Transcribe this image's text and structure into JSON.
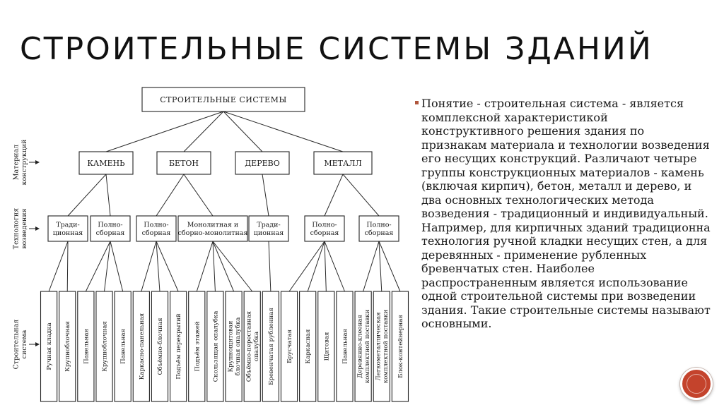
{
  "slide": {
    "title": "СТРОИТЕЛЬНЫЕ СИСТЕМЫ ЗДАНИЙ",
    "text": "Понятие - строительная система - является комплексной характеристикой конструктивного решения здания по признакам материала и технологии возведения его несущих конструкций. Различают четыре группы конструкционных материалов - камень (включая кирпич), бетон, металл и дерево, и два основных технологических метода возведения - традиционный и индивидуальный. Например, для кирпичных зданий традиционна технология ручной кладки несущих стен, а для деревянных - применение рубленных бревенчатых стен. Наиболее распространенным является использование одной строительной системы при возведении здания. Такие строительные системы называют основными.",
    "accent_color": "#c4432c"
  },
  "diagram": {
    "root": "СТРОИТЕЛЬНЫЕ СИСТЕМЫ",
    "side_labels": {
      "material": [
        "Материал",
        "конструкций"
      ],
      "technology": [
        "Технология",
        "возведения"
      ],
      "system": [
        "Строительная",
        "система"
      ]
    },
    "materials": [
      "КАМЕНЬ",
      "БЕТОН",
      "ДЕРЕВО",
      "МЕТАЛЛ"
    ],
    "technologies": [
      [
        "Тради-",
        "ционная"
      ],
      [
        "Полно-",
        "сборная"
      ],
      [
        "Полно-",
        "сборная"
      ],
      [
        "Монолитная и",
        "сборно-монолитная"
      ],
      [
        "Тради-",
        "ционная"
      ],
      [
        "Полно-",
        "сборная"
      ],
      [
        "Полно-",
        "сборная"
      ]
    ],
    "systems": [
      [
        "Ручная кладка"
      ],
      [
        "Крупноблочная"
      ],
      [
        "Панельная"
      ],
      [
        "Крупноблочная"
      ],
      [
        "Панельная"
      ],
      [
        "Каркасно-панельная"
      ],
      [
        "Объёмно-блочная"
      ],
      [
        "Подъём перекрытий"
      ],
      [
        "Подъём этажей"
      ],
      [
        "Скользящая опалубка"
      ],
      [
        "Крупнощитовая",
        "блочная опалубка"
      ],
      [
        "Объёмно-переставная",
        "опалубка"
      ],
      [
        "Бревенчатая рубленная"
      ],
      [
        "Брусчатая"
      ],
      [
        "Каркасная"
      ],
      [
        "Щитовая"
      ],
      [
        "Панельная"
      ],
      [
        "Деревянно-клееная",
        "комплектной поставки"
      ],
      [
        "Легкометаллическая",
        "комплектной поставки"
      ],
      [
        "Блок-контейнерная"
      ]
    ]
  }
}
